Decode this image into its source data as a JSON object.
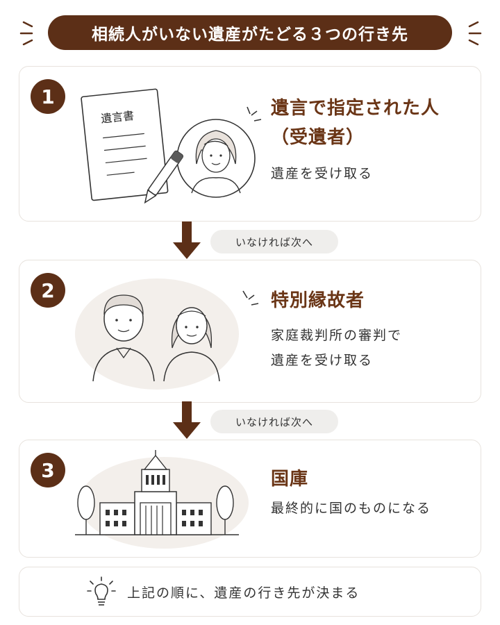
{
  "title": "相続人がいない遺産がたどる３つの行き先",
  "steps": [
    {
      "number": "1",
      "heading_line1": "遺言で指定された人",
      "heading_line2": "（受遺者）",
      "desc_line1": "遺産を受け取る",
      "desc_line2": "",
      "document_label": "遺言書"
    },
    {
      "number": "2",
      "heading_line1": "特別縁故者",
      "heading_line2": "",
      "desc_line1": "家庭裁判所の審判で",
      "desc_line2": "遺産を受け取る"
    },
    {
      "number": "3",
      "heading_line1": "国庫",
      "heading_line2": "",
      "desc_line1": "最終的に国のものになる",
      "desc_line2": ""
    }
  ],
  "connectors": [
    {
      "label": "いなければ次へ"
    },
    {
      "label": "いなければ次へ"
    }
  ],
  "footer": {
    "text": "上記の順に、遺産の行き先が決まる",
    "icon": "lightbulb-icon"
  },
  "colors": {
    "brand_brown": "#5c2f17",
    "heading_brown": "#6a3516",
    "pill_gray": "#efeeec",
    "card_border": "#e7e2dd"
  }
}
